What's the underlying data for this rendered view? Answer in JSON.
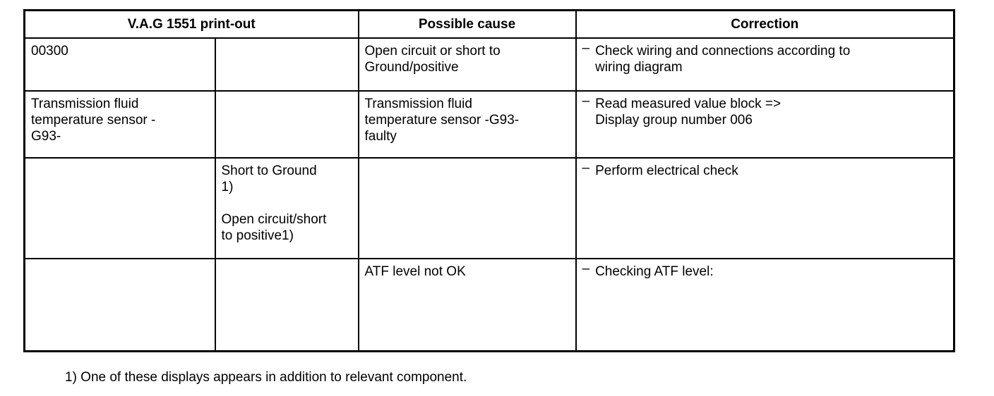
{
  "doc": {
    "dash": "–",
    "headers": {
      "printout": "V.A.G 1551 print-out",
      "cause": "Possible cause",
      "correction": "Correction"
    },
    "rows": [
      {
        "code": "00300",
        "sub": "",
        "cause": "Open circuit or short to\nGround/positive",
        "correction": "Check wiring and connections according to\nwiring diagram"
      },
      {
        "code": "Transmission fluid\ntemperature sensor -\nG93-",
        "sub": "",
        "cause": "Transmission fluid\ntemperature sensor -G93-\nfaulty",
        "correction": "Read measured value block =>\nDisplay group number 006"
      },
      {
        "code": "",
        "sub": "Short to Ground\n1)\n\nOpen circuit/short\nto positive1)",
        "cause": "",
        "correction": "Perform electrical check"
      },
      {
        "code": "",
        "sub": "",
        "cause": "ATF level not OK",
        "correction": "Checking ATF level:"
      }
    ],
    "footnote": "1) One of these displays appears in addition to relevant component."
  }
}
